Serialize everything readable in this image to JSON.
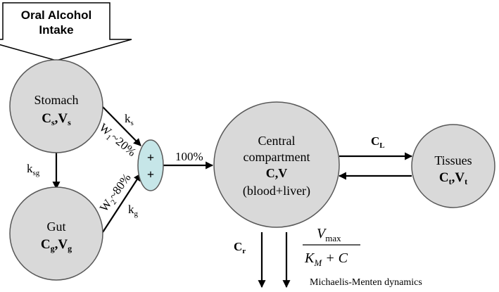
{
  "intake": {
    "line1": "Oral Alcohol",
    "line2": "Intake"
  },
  "stomach": {
    "name": "Stomach",
    "vars": {
      "c": "C",
      "c_sub": "s",
      "sep": ",",
      "v": "V",
      "v_sub": "s"
    }
  },
  "gut": {
    "name": "Gut",
    "vars": {
      "c": "C",
      "c_sub": "g",
      "sep": ",",
      "v": "V",
      "v_sub": "g"
    }
  },
  "central": {
    "line1": "Central",
    "line2": "compartment",
    "line3": "C,V",
    "line4": "(blood+liver)"
  },
  "tissues": {
    "name": "Tissues",
    "vars": {
      "c": "C",
      "c_sub": "t",
      "sep": ",",
      "v": "V",
      "v_sub": "t"
    }
  },
  "mixer": {
    "top": "+",
    "bottom": "+"
  },
  "rates": {
    "ks": {
      "k": "k",
      "sub": "s"
    },
    "kg": {
      "k": "k",
      "sub": "g"
    },
    "ksg": "k",
    "ksg_sub": "sg",
    "w1": {
      "w": "W",
      "sub": "1",
      "rest": "~20%"
    },
    "w2": {
      "w": "W",
      "sub": "2",
      "rest": "~80%"
    },
    "to_central": "100%",
    "cl": {
      "c": "C",
      "sub": "L"
    },
    "cr": {
      "c": "C",
      "sub": "r"
    }
  },
  "mm": {
    "num": "V",
    "num_sub": "max",
    "den_k": "K",
    "den_sub": "M",
    "den_rest": " + C",
    "caption": "Michaelis-Menten dynamics"
  },
  "colors": {
    "node_fill": "#d9d9d9",
    "mixer_fill": "#c6e6e8"
  }
}
